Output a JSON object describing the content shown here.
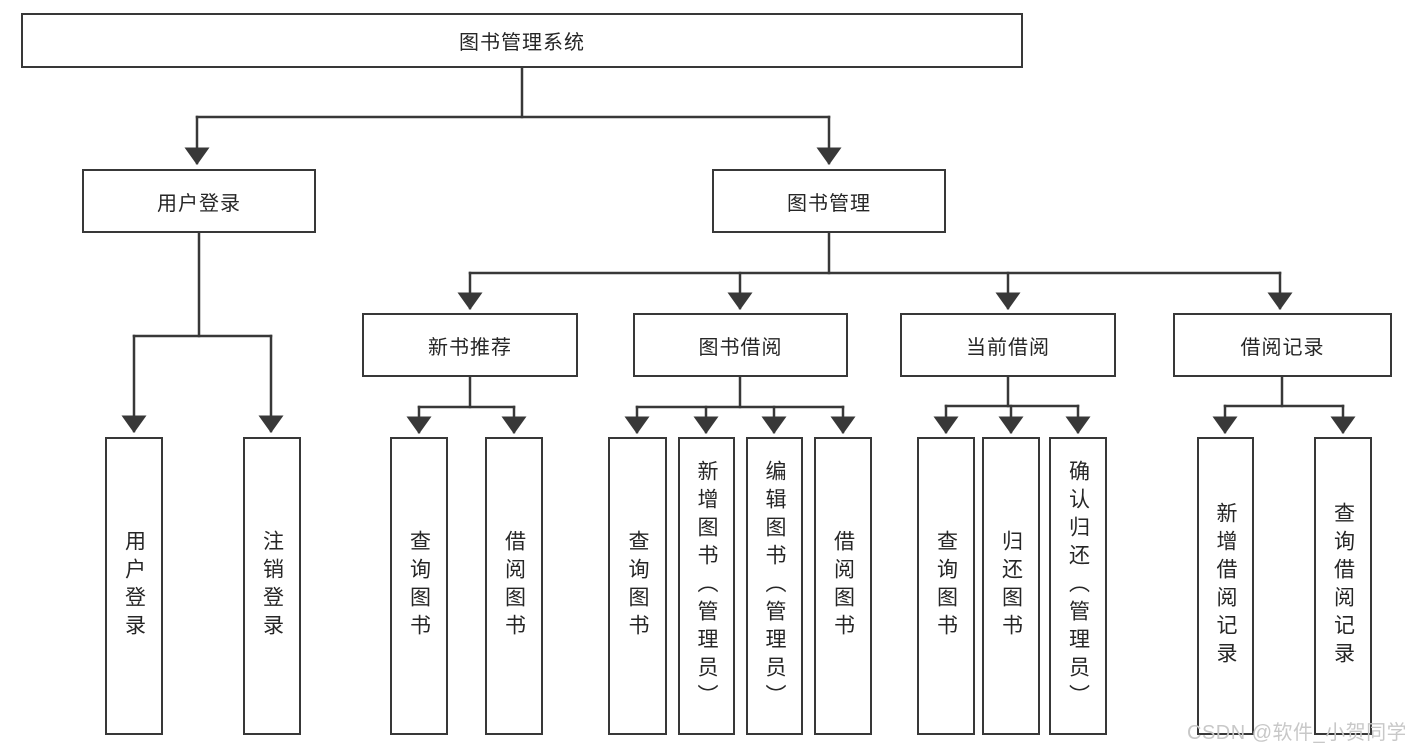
{
  "diagram": {
    "title": "图书管理系统",
    "level2": {
      "user_login": "用户登录",
      "book_mgmt": "图书管理"
    },
    "level3": {
      "new_recommend": "新书推荐",
      "book_borrow": "图书借阅",
      "current_borrow": "当前借阅",
      "borrow_records": "借阅记录"
    },
    "leaves": {
      "user_login": [
        "用户登录",
        "注销登录"
      ],
      "new_recommend": [
        "查询图书",
        "借阅图书"
      ],
      "book_borrow": [
        "查询图书",
        "新增图书（管理员）",
        "编辑图书（管理员）",
        "借阅图书"
      ],
      "current_borrow": [
        "查询图书",
        "归还图书",
        "确认归还（管理员）"
      ],
      "borrow_records": [
        "新增借阅记录",
        "查询借阅记录"
      ]
    }
  },
  "watermark": "CSDN @软件_小贺同学",
  "colors": {
    "line": "#383838",
    "box_border": "#383838",
    "box_fill": "#ffffff",
    "text": "#262626",
    "watermark": "#c8c8c8",
    "background": "#ffffff"
  }
}
